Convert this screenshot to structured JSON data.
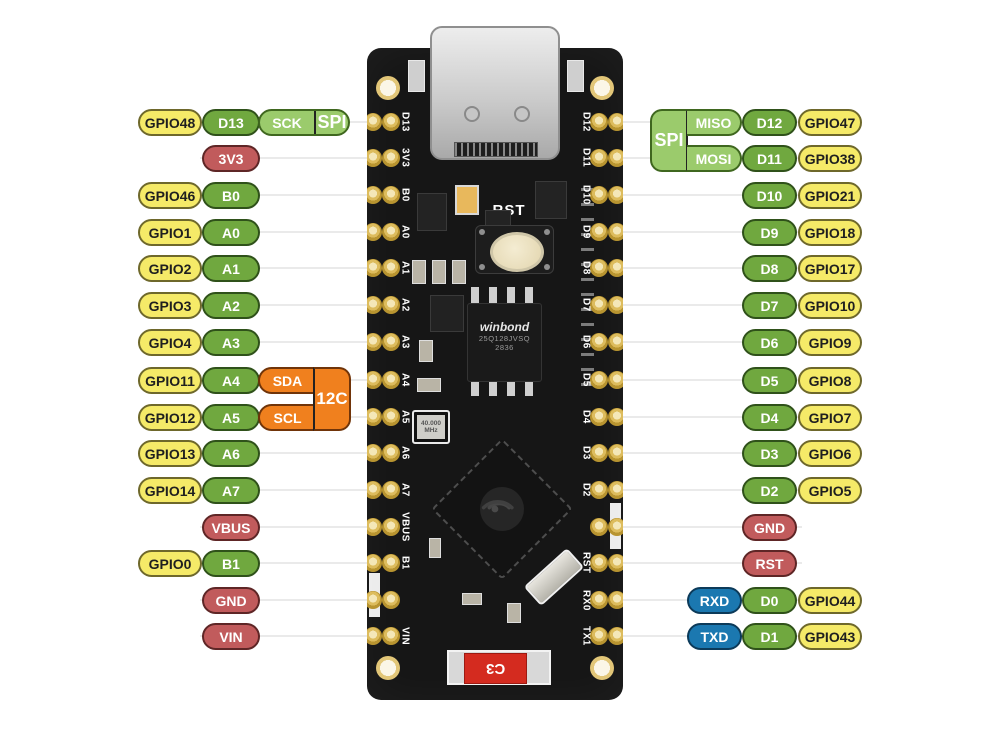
{
  "left": {
    "i2c_group": "12C",
    "rows": [
      {
        "gpio": "GPIO48",
        "d": "D13",
        "sck": "SCK",
        "spi": "SPI"
      },
      {
        "power": "3V3"
      },
      {
        "gpio": "GPIO46",
        "d": "B0"
      },
      {
        "gpio": "GPIO1",
        "d": "A0"
      },
      {
        "gpio": "GPIO2",
        "d": "A1"
      },
      {
        "gpio": "GPIO3",
        "d": "A2"
      },
      {
        "gpio": "GPIO4",
        "d": "A3"
      },
      {
        "gpio": "GPIO11",
        "d": "A4",
        "i2c": "SDA"
      },
      {
        "gpio": "GPIO12",
        "d": "A5",
        "i2c": "SCL"
      },
      {
        "gpio": "GPIO13",
        "d": "A6"
      },
      {
        "gpio": "GPIO14",
        "d": "A7"
      },
      {
        "power": "VBUS"
      },
      {
        "gpio": "GPIO0",
        "d": "B1"
      },
      {
        "power": "GND"
      },
      {
        "power": "VIN"
      }
    ]
  },
  "right": {
    "spi_group": "SPI",
    "rows": [
      {
        "spi": "MISO",
        "d": "D12",
        "gpio": "GPIO47"
      },
      {
        "spi": "MOSI",
        "d": "D11",
        "gpio": "GPIO38"
      },
      {
        "d": "D10",
        "gpio": "GPIO21"
      },
      {
        "d": "D9",
        "gpio": "GPIO18"
      },
      {
        "d": "D8",
        "gpio": "GPIO17"
      },
      {
        "d": "D7",
        "gpio": "GPIO10"
      },
      {
        "d": "D6",
        "gpio": "GPIO9"
      },
      {
        "d": "D5",
        "gpio": "GPIO8"
      },
      {
        "d": "D4",
        "gpio": "GPIO7"
      },
      {
        "d": "D3",
        "gpio": "GPIO6"
      },
      {
        "d": "D2",
        "gpio": "GPIO5"
      },
      {
        "power": "GND"
      },
      {
        "power": "RST"
      },
      {
        "uart": "RXD",
        "d": "D0",
        "gpio": "GPIO44"
      },
      {
        "uart": "TXD",
        "d": "D1",
        "gpio": "GPIO43"
      }
    ]
  },
  "board": {
    "silk_left": [
      "D13",
      "3V3",
      "B0",
      "A0",
      "A1",
      "A2",
      "A3",
      "A4",
      "A5",
      "A6",
      "A7",
      "VBUS",
      "B1",
      "",
      "VIN"
    ],
    "silk_right": [
      "D12",
      "D11",
      "D10",
      "D9",
      "D8",
      "D7",
      "D6",
      "D5",
      "D4",
      "D3",
      "D2",
      "",
      "RST",
      "RX0",
      "TX1"
    ],
    "reset_label": "RST",
    "flash": {
      "brand": "winbond",
      "part": "25Q128JVSQ",
      "lot": "2836"
    },
    "crystal": {
      "freq": "40.000",
      "unit": "MHz"
    },
    "bottom_label": "C3"
  },
  "colors": {
    "gpio_yellow": "#F5EA68",
    "digital_green": "#70A83F",
    "bus_light_green": "#9BCB6C",
    "power_red": "#C15B5C",
    "i2c_orange": "#F0801E",
    "uart_blue": "#1B78B0",
    "board_black": "#161616",
    "pad_gold": "#DDBC5D"
  }
}
